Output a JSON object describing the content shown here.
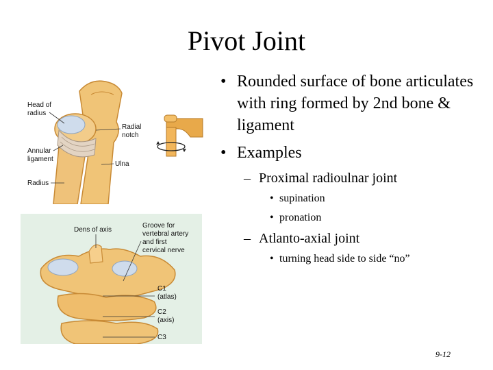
{
  "slide": {
    "title": "Pivot Joint",
    "page_number": "9-12"
  },
  "bullets": {
    "b1": "Rounded surface of bone articulates with ring formed by 2nd bone & ligament",
    "b2": "Examples",
    "s1": "Proximal radioulnar joint",
    "s1a": "supination",
    "s1b": "pronation",
    "s2": "Atlanto-axial joint",
    "s2a": "turning head side to side “no”"
  },
  "figure_elbow": {
    "head_of_radius": [
      "Head of",
      "radius"
    ],
    "radial_notch": [
      "Radial",
      "notch"
    ],
    "annular_ligament": [
      "Annular",
      "ligament"
    ],
    "ulna": "Ulna",
    "radius": "Radius"
  },
  "figure_spine": {
    "dens": "Dens of axis",
    "groove": [
      "Groove for",
      "vertebral artery",
      "and first",
      "cervical nerve"
    ],
    "c1": [
      "C1",
      "(atlas)"
    ],
    "c2": [
      "C2",
      "(axis)"
    ],
    "c3": "C3"
  },
  "colors": {
    "bone": "#f0c477",
    "bone_dark": "#d69a45",
    "cartilage": "#cfdcec",
    "spine_bg": "#e4f0e6"
  }
}
